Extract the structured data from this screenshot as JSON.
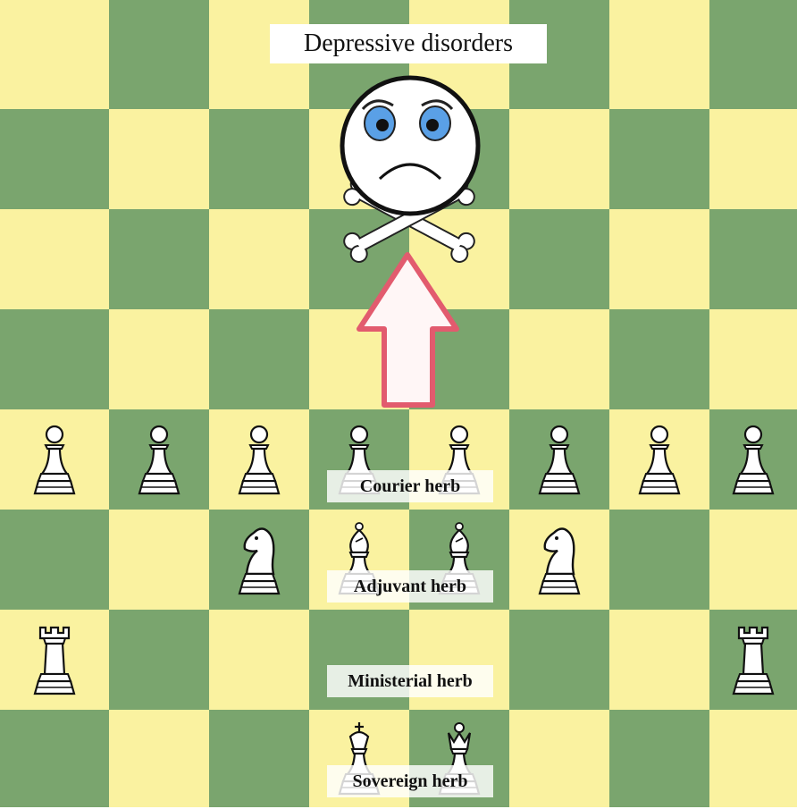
{
  "title": "Depressive disorders",
  "colors": {
    "light": "#faf2a0",
    "dark": "#7aa56e",
    "arrow_stroke": "#e25b6e",
    "arrow_fill": "#fff6f6"
  },
  "pieces": [
    {
      "type": "pawn",
      "file": 0,
      "rank": 4
    },
    {
      "type": "pawn",
      "file": 1,
      "rank": 4
    },
    {
      "type": "pawn",
      "file": 2,
      "rank": 4
    },
    {
      "type": "pawn",
      "file": 3,
      "rank": 4
    },
    {
      "type": "pawn",
      "file": 4,
      "rank": 4
    },
    {
      "type": "pawn",
      "file": 5,
      "rank": 4
    },
    {
      "type": "pawn",
      "file": 6,
      "rank": 4
    },
    {
      "type": "pawn",
      "file": 7,
      "rank": 4
    },
    {
      "type": "knight",
      "file": 2,
      "rank": 5
    },
    {
      "type": "bishop",
      "file": 3,
      "rank": 5
    },
    {
      "type": "bishop",
      "file": 4,
      "rank": 5
    },
    {
      "type": "knight",
      "file": 5,
      "rank": 5
    },
    {
      "type": "rook",
      "file": 0,
      "rank": 6
    },
    {
      "type": "rook",
      "file": 7,
      "rank": 6
    },
    {
      "type": "king",
      "file": 3,
      "rank": 7
    },
    {
      "type": "queen",
      "file": 4,
      "rank": 7
    }
  ],
  "labels": {
    "courier": "Courier herb",
    "adjuvant": "Adjuvant herb",
    "ministerial": "Ministerial herb",
    "sovereign": "Sovereign herb"
  },
  "icons": {
    "face": "sad-face-icon",
    "bones": "crossbones-icon",
    "arrow": "up-arrow-icon"
  }
}
